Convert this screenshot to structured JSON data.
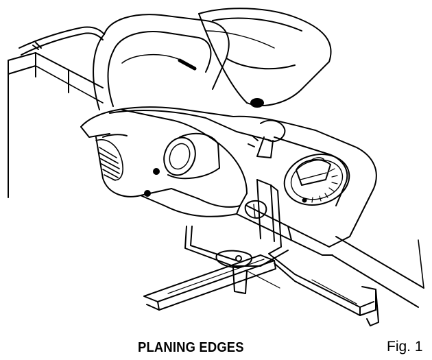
{
  "caption": "PLANING EDGES",
  "figure_label": "Fig. 1",
  "colors": {
    "line": "#000000",
    "background": "#ffffff",
    "shade": "#2a2a2a"
  },
  "icons": [
    "power-cord",
    "motor-housing",
    "handle",
    "dust-port",
    "depth-knob",
    "depth-scale",
    "locking-knob",
    "edge-guide",
    "workpiece-board"
  ]
}
